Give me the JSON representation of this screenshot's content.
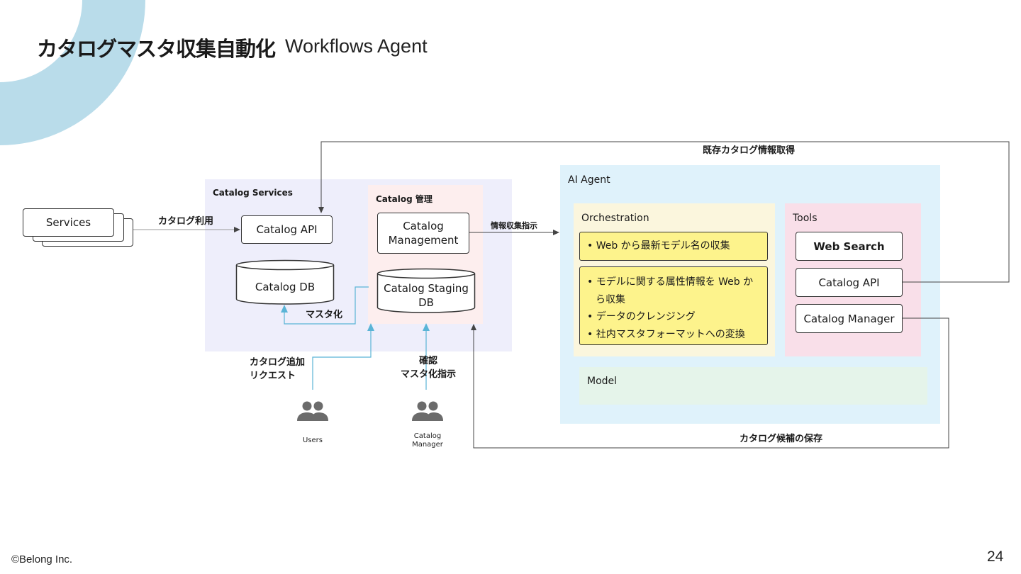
{
  "header": {
    "title_jp": "カタログマスタ収集自動化",
    "title_en": "Workflows Agent"
  },
  "footer": {
    "copyright": "©Belong Inc.",
    "page_number": "24"
  },
  "diagram": {
    "services_label": "Services",
    "catalog_usage_label": "カタログ利用",
    "catalog_services": {
      "label": "Catalog Services",
      "catalog_api": "Catalog API",
      "catalog_db": "Catalog DB",
      "mastering_label": "マスタ化"
    },
    "catalog_mgmt": {
      "label": "Catalog 管理",
      "management_line1": "Catalog",
      "management_line2": "Management",
      "staging_line1": "Catalog Staging",
      "staging_line2": "DB"
    },
    "info_collection_label": "情報収集指示",
    "existing_catalog_label": "既存カタログ情報取得",
    "candidate_save_label": "カタログ候補の保存",
    "add_request_line1": "カタログ追加",
    "add_request_line2": "リクエスト",
    "confirm_line1": "確認",
    "confirm_line2": "マスタ化指示",
    "users": {
      "icon": "group-icon",
      "label": "Users"
    },
    "catalog_manager_user": {
      "icon": "group-icon",
      "label_line1": "Catalog",
      "label_line2": "Manager"
    },
    "ai_agent": {
      "label": "AI Agent",
      "orchestration": {
        "label": "Orchestration",
        "step1": "• Web から最新モデル名の収集",
        "step2_line1": "• モデルに関する属性情報を Web か",
        "step2_line2": "ら収集",
        "step2_line3": "• データのクレンジング",
        "step2_line4": "• 社内マスタフォーマットへの変換"
      },
      "tools": {
        "label": "Tools",
        "web_search": "Web Search",
        "catalog_api": "Catalog API",
        "catalog_manager": "Catalog Manager"
      },
      "model_label": "Model"
    }
  },
  "colors": {
    "deco_arc": "#b9dcea",
    "catalog_services_bg": "#eeeefb",
    "catalog_mgmt_bg": "#fdeeee",
    "ai_agent_bg": "#dff2fb",
    "orchestration_bg": "#fbf6dd",
    "tools_bg": "#f9dfe9",
    "model_bg": "#e5f4ea",
    "yellow_step": "#fdf38c",
    "blue_arrow": "#5ab4d6"
  }
}
